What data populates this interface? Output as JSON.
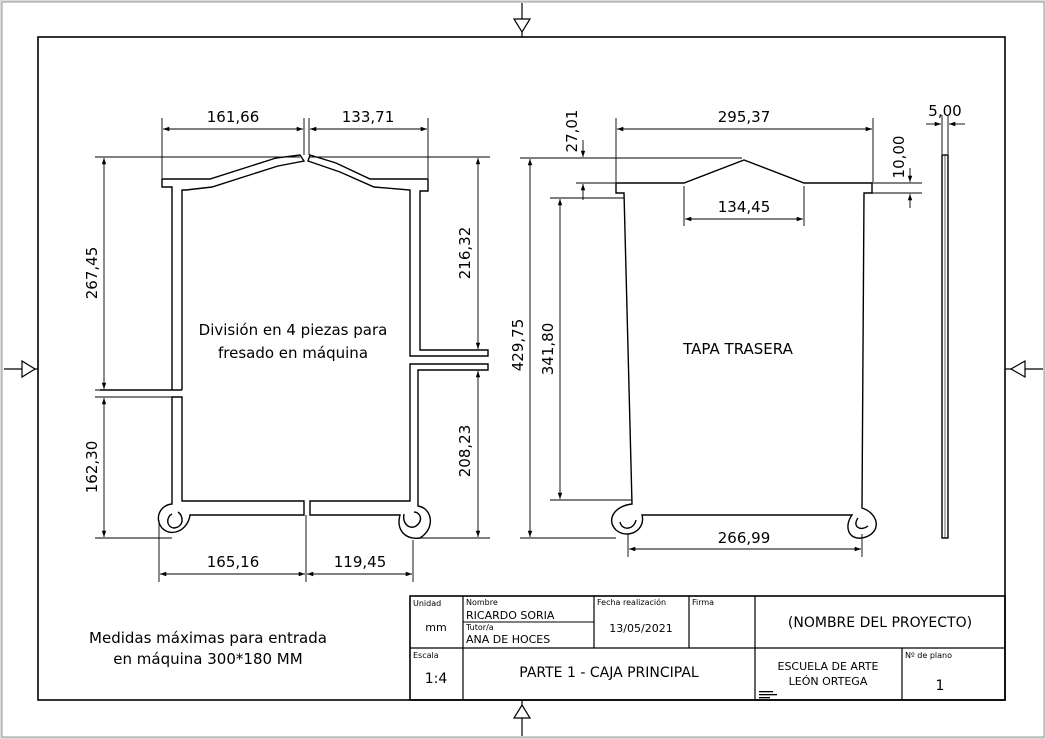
{
  "drawing": {
    "left_part": {
      "note": [
        "División en 4 piezas para",
        "fresado en máquina"
      ],
      "dims": {
        "top_left": "161,66",
        "top_right": "133,71",
        "left_upper_height": "267,45",
        "left_lower_height": "162,30",
        "right_upper_height": "216,32",
        "right_lower_height": "208,23",
        "bottom_left": "165,16",
        "bottom_right": "119,45"
      }
    },
    "back_cover": {
      "label": "TAPA TRASERA",
      "dims": {
        "top_width": "295,37",
        "peak_height": "27,01",
        "peak_base": "134,45",
        "total_height": "429,75",
        "inner_height": "341,80",
        "bottom_width": "266,99",
        "edge": "10,00"
      }
    },
    "side_view": {
      "thickness": "5,00"
    },
    "max_size_note": [
      "Medidas máximas para entrada",
      "en máquina 300*180 MM"
    ]
  },
  "title_block": {
    "unidad_label": "Unidad",
    "unidad_value": "mm",
    "nombre_label": "Nombre",
    "nombre_value": "RICARDO SORIA",
    "tutor_label": "Tutor/a",
    "tutor_value": "ANA DE HOCES",
    "fecha_label": "Fecha realización",
    "fecha_value": "13/05/2021",
    "firma_label": "Firma",
    "project_name": "(NOMBRE DEL PROYECTO)",
    "escala_label": "Escala",
    "escala_value": "1:4",
    "part_title": "PARTE 1 - CAJA PRINCIPAL",
    "school_line1": "ESCUELA DE ARTE",
    "school_line2": "LEÓN ORTEGA",
    "plano_label": "Nº de plano",
    "plano_value": "1"
  },
  "colors": {
    "background": "#dcdcdc",
    "paper": "#ffffff",
    "line": "#000000"
  }
}
